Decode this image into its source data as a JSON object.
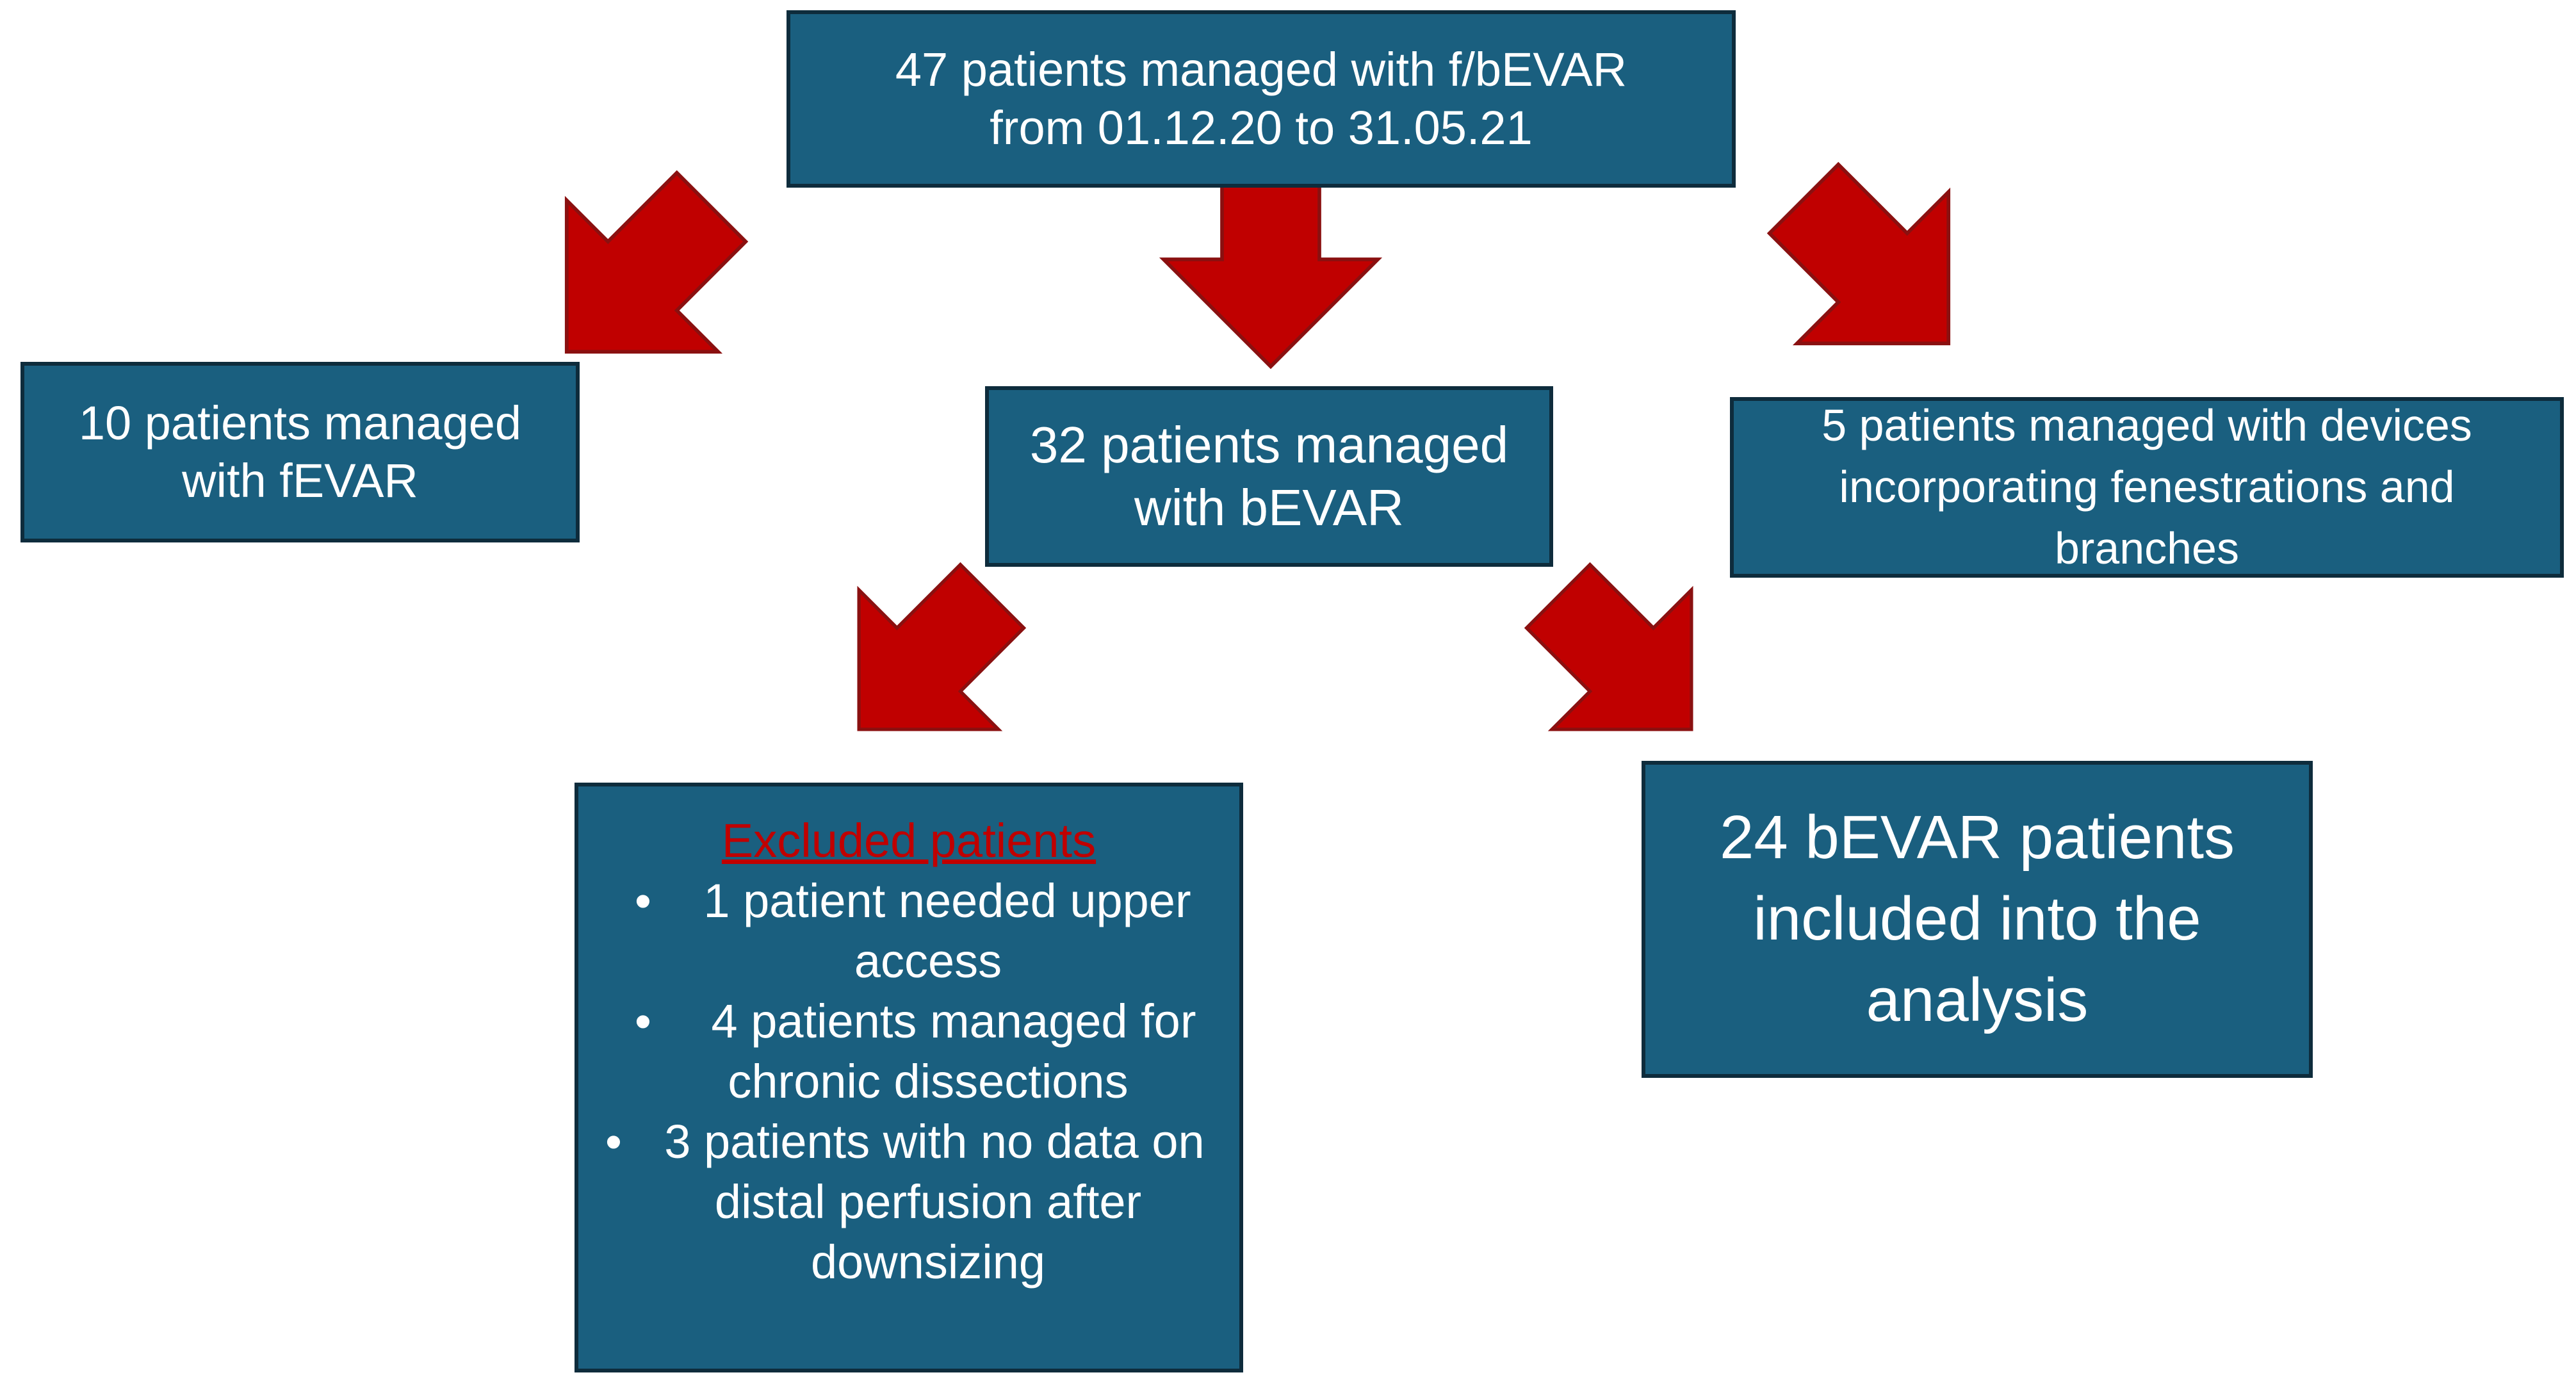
{
  "top_box": {
    "line1": "47 patients managed with f/bEVAR",
    "line2": "from 01.12.20 to 31.05.21"
  },
  "left_box": {
    "line1": "10 patients managed",
    "line2": "with fEVAR"
  },
  "mid_box": {
    "line1": "32 patients managed",
    "line2": "with bEVAR"
  },
  "right_box": {
    "line1": "5 patients managed with devices",
    "line2": "incorporating fenestrations and",
    "line3": "branches"
  },
  "excluded_box": {
    "title": "Excluded patients",
    "items": [
      {
        "line1": "1 patient needed upper",
        "line2": "access"
      },
      {
        "line1": "4 patients managed for",
        "line2": "chronic dissections"
      },
      {
        "line1": "3 patients with no data on",
        "line2": "distal perfusion after",
        "line3": "downsizing"
      }
    ]
  },
  "included_box": {
    "line1": "24 bEVAR patients",
    "line2": "included into the",
    "line3": "analysis"
  },
  "colors": {
    "box_fill": "#1a5f7f",
    "box_border": "#0e2c3c",
    "arrow_fill": "#c00000",
    "excluded_title": "#c00000"
  }
}
